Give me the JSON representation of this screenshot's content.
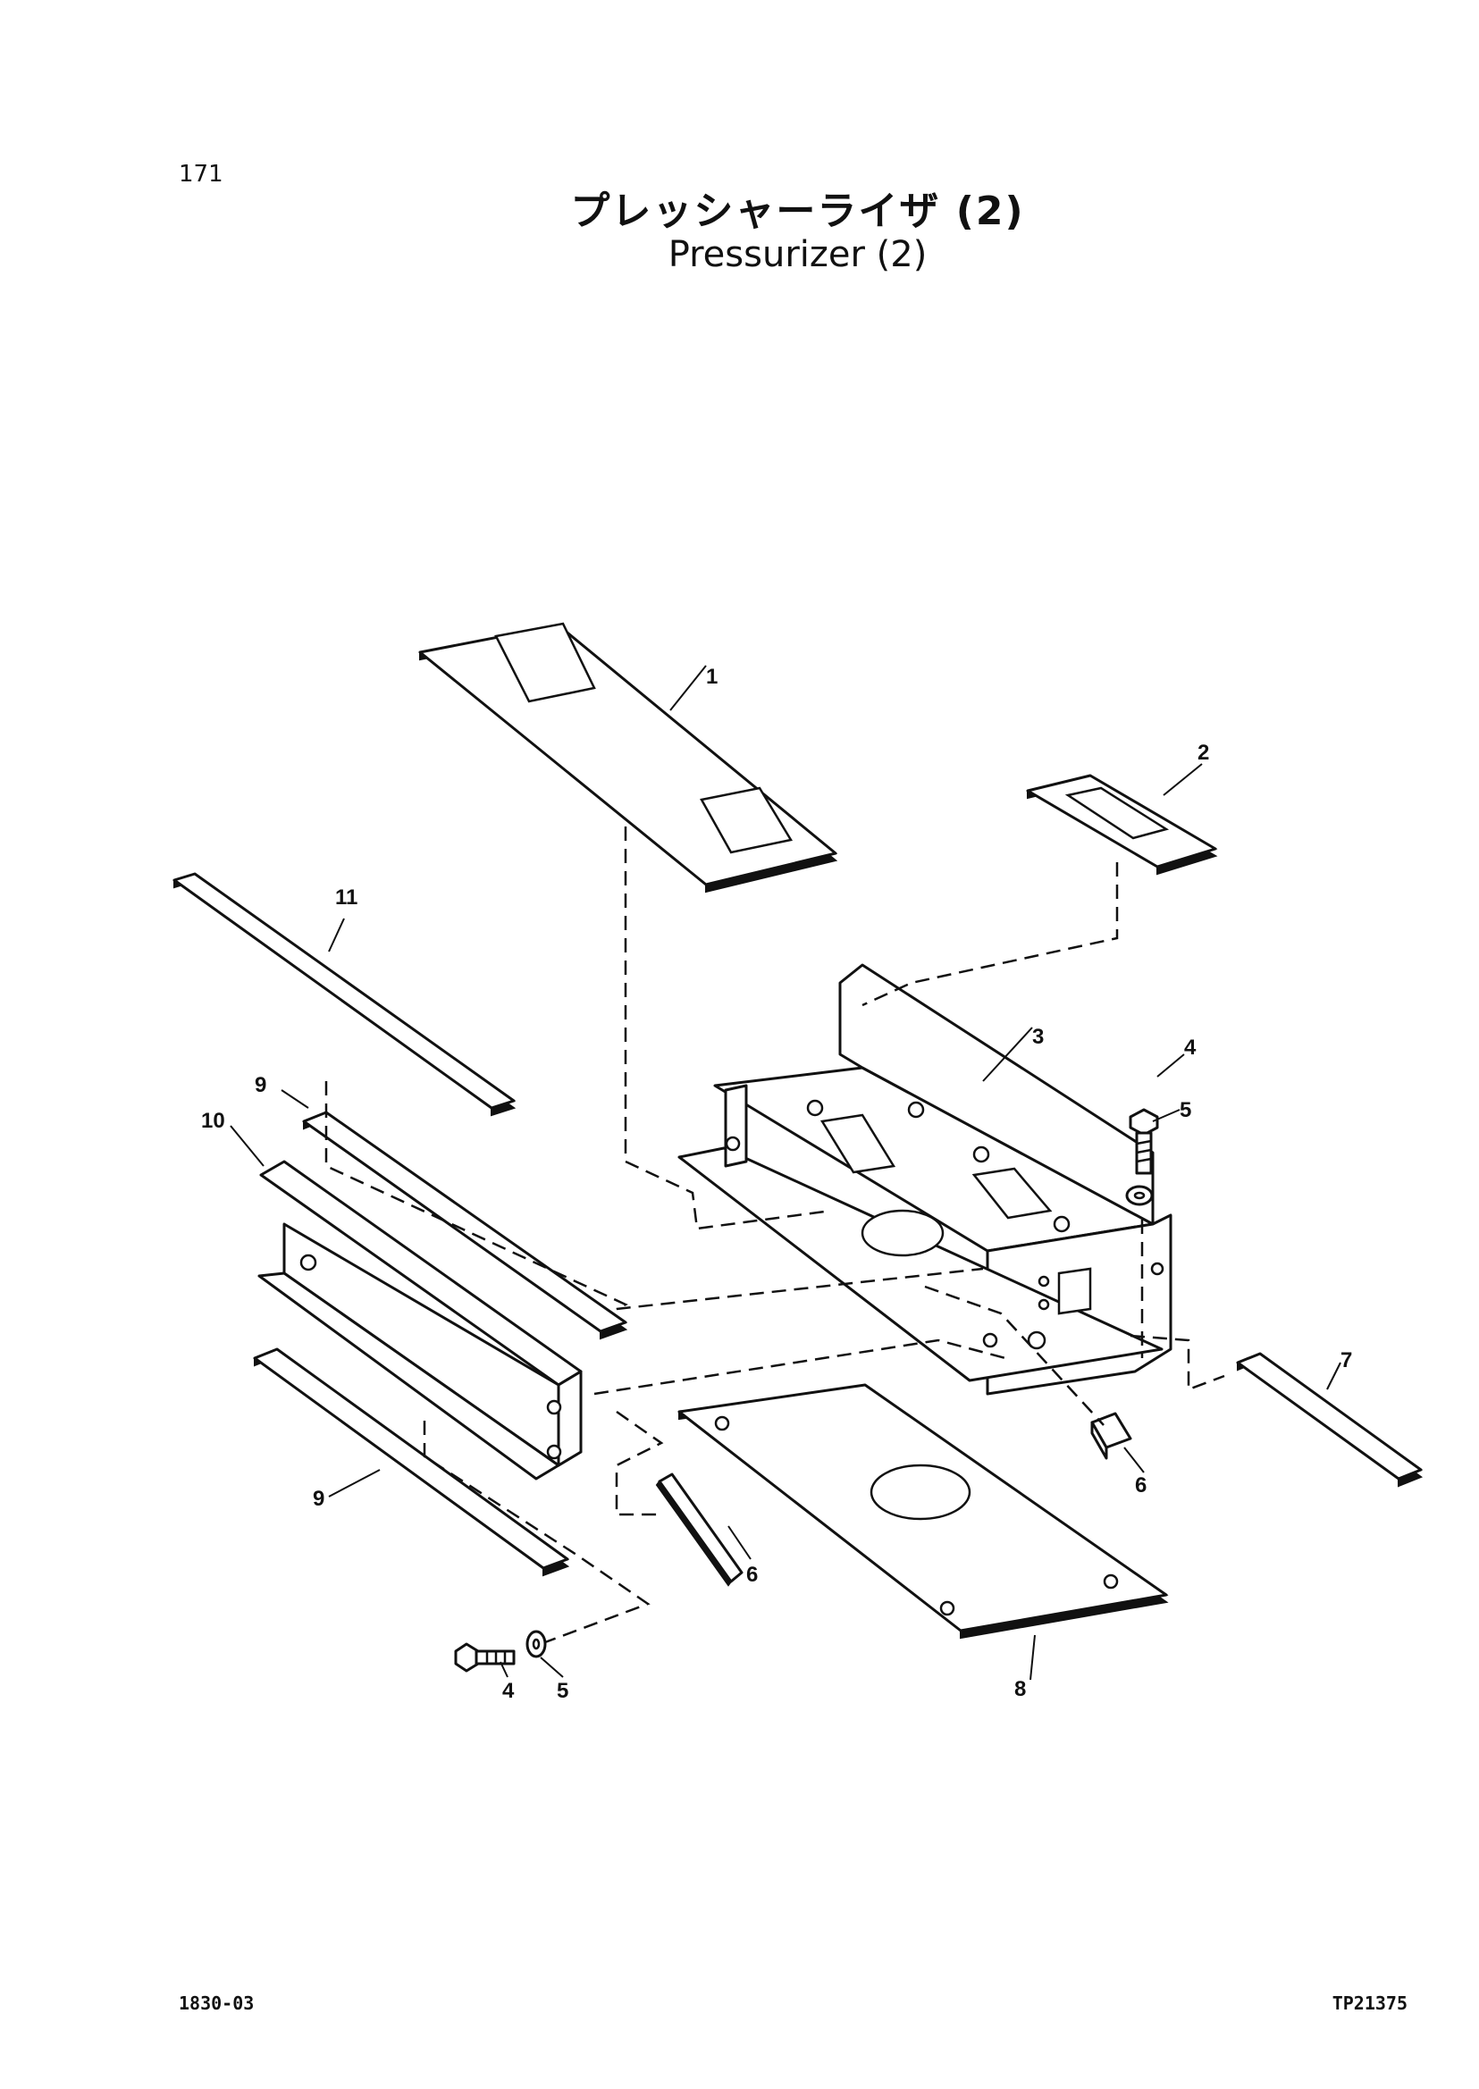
{
  "page_number": "171",
  "title_jp": "プレッシャーライザ (2)",
  "title_en": "Pressurizer (2)",
  "footer_left": "1830-03",
  "footer_right": "TP21375",
  "callouts": {
    "c1": "1",
    "c2": "2",
    "c3": "3",
    "c4_top": "4",
    "c5_top": "5",
    "c6_right": "6",
    "c7": "7",
    "c8": "8",
    "c9_top": "9",
    "c10": "10",
    "c11": "11",
    "c9_bottom": "9",
    "c6_left": "6",
    "c4_bottom": "4",
    "c5_bottom": "5"
  }
}
